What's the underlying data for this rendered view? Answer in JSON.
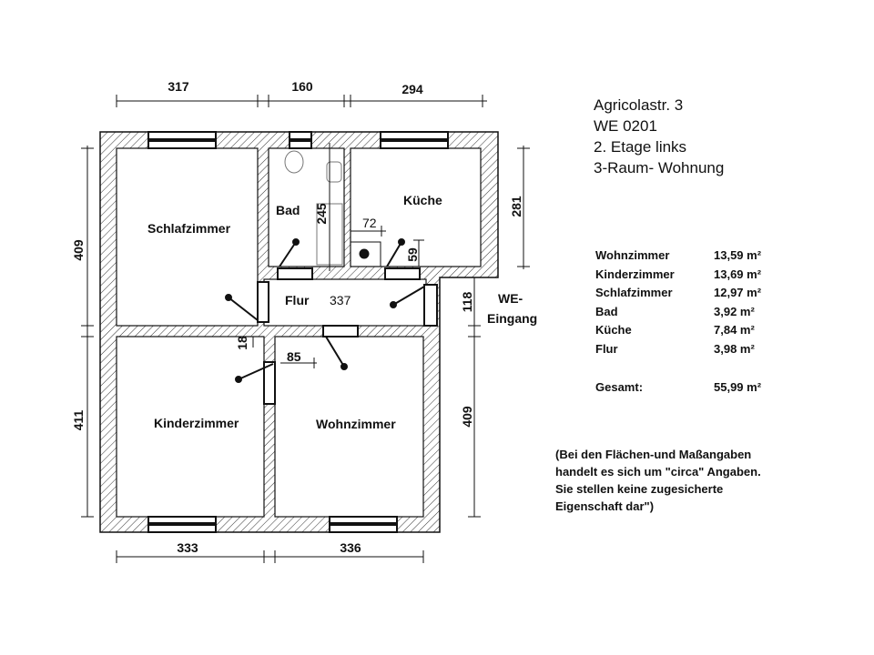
{
  "header": {
    "address": "Agricolastr. 3",
    "unit": "WE 0201",
    "floor": "2. Etage links",
    "type": "3-Raum- Wohnung"
  },
  "rooms": {
    "schlafzimmer": "Schlafzimmer",
    "bad": "Bad",
    "kueche": "Küche",
    "flur": "Flur",
    "kinderzimmer": "Kinderzimmer",
    "wohnzimmer": "Wohnzimmer",
    "entrance": "WE-",
    "entrance2": "Eingang"
  },
  "dimensions": {
    "top1": "317",
    "top2": "160",
    "top3": "294",
    "left_upper": "409",
    "left_lower": "411",
    "right_kueche": "281",
    "right_flur": "118",
    "right_lower": "409",
    "bottom1": "333",
    "bottom2": "336",
    "flur_len": "337",
    "bad_245": "245",
    "d72": "72",
    "d59": "59",
    "d18": "18",
    "d85": "85"
  },
  "areas": [
    {
      "name": "Wohnzimmer",
      "value": "13,59 m²"
    },
    {
      "name": "Kinderzimmer",
      "value": "13,69 m²"
    },
    {
      "name": "Schlafzimmer",
      "value": "12,97 m²"
    },
    {
      "name": "Bad",
      "value": "3,92 m²"
    },
    {
      "name": "Küche",
      "value": "7,84 m²"
    },
    {
      "name": "Flur",
      "value": "3,98 m²"
    }
  ],
  "total": {
    "label": "Gesamt:",
    "value": "55,99 m²"
  },
  "note": [
    "(Bei den Flächen-und Maßangaben",
    "handelt es sich um \"circa\" Angaben.",
    "Sie stellen keine zugesicherte",
    "Eigenschaft dar\")"
  ]
}
